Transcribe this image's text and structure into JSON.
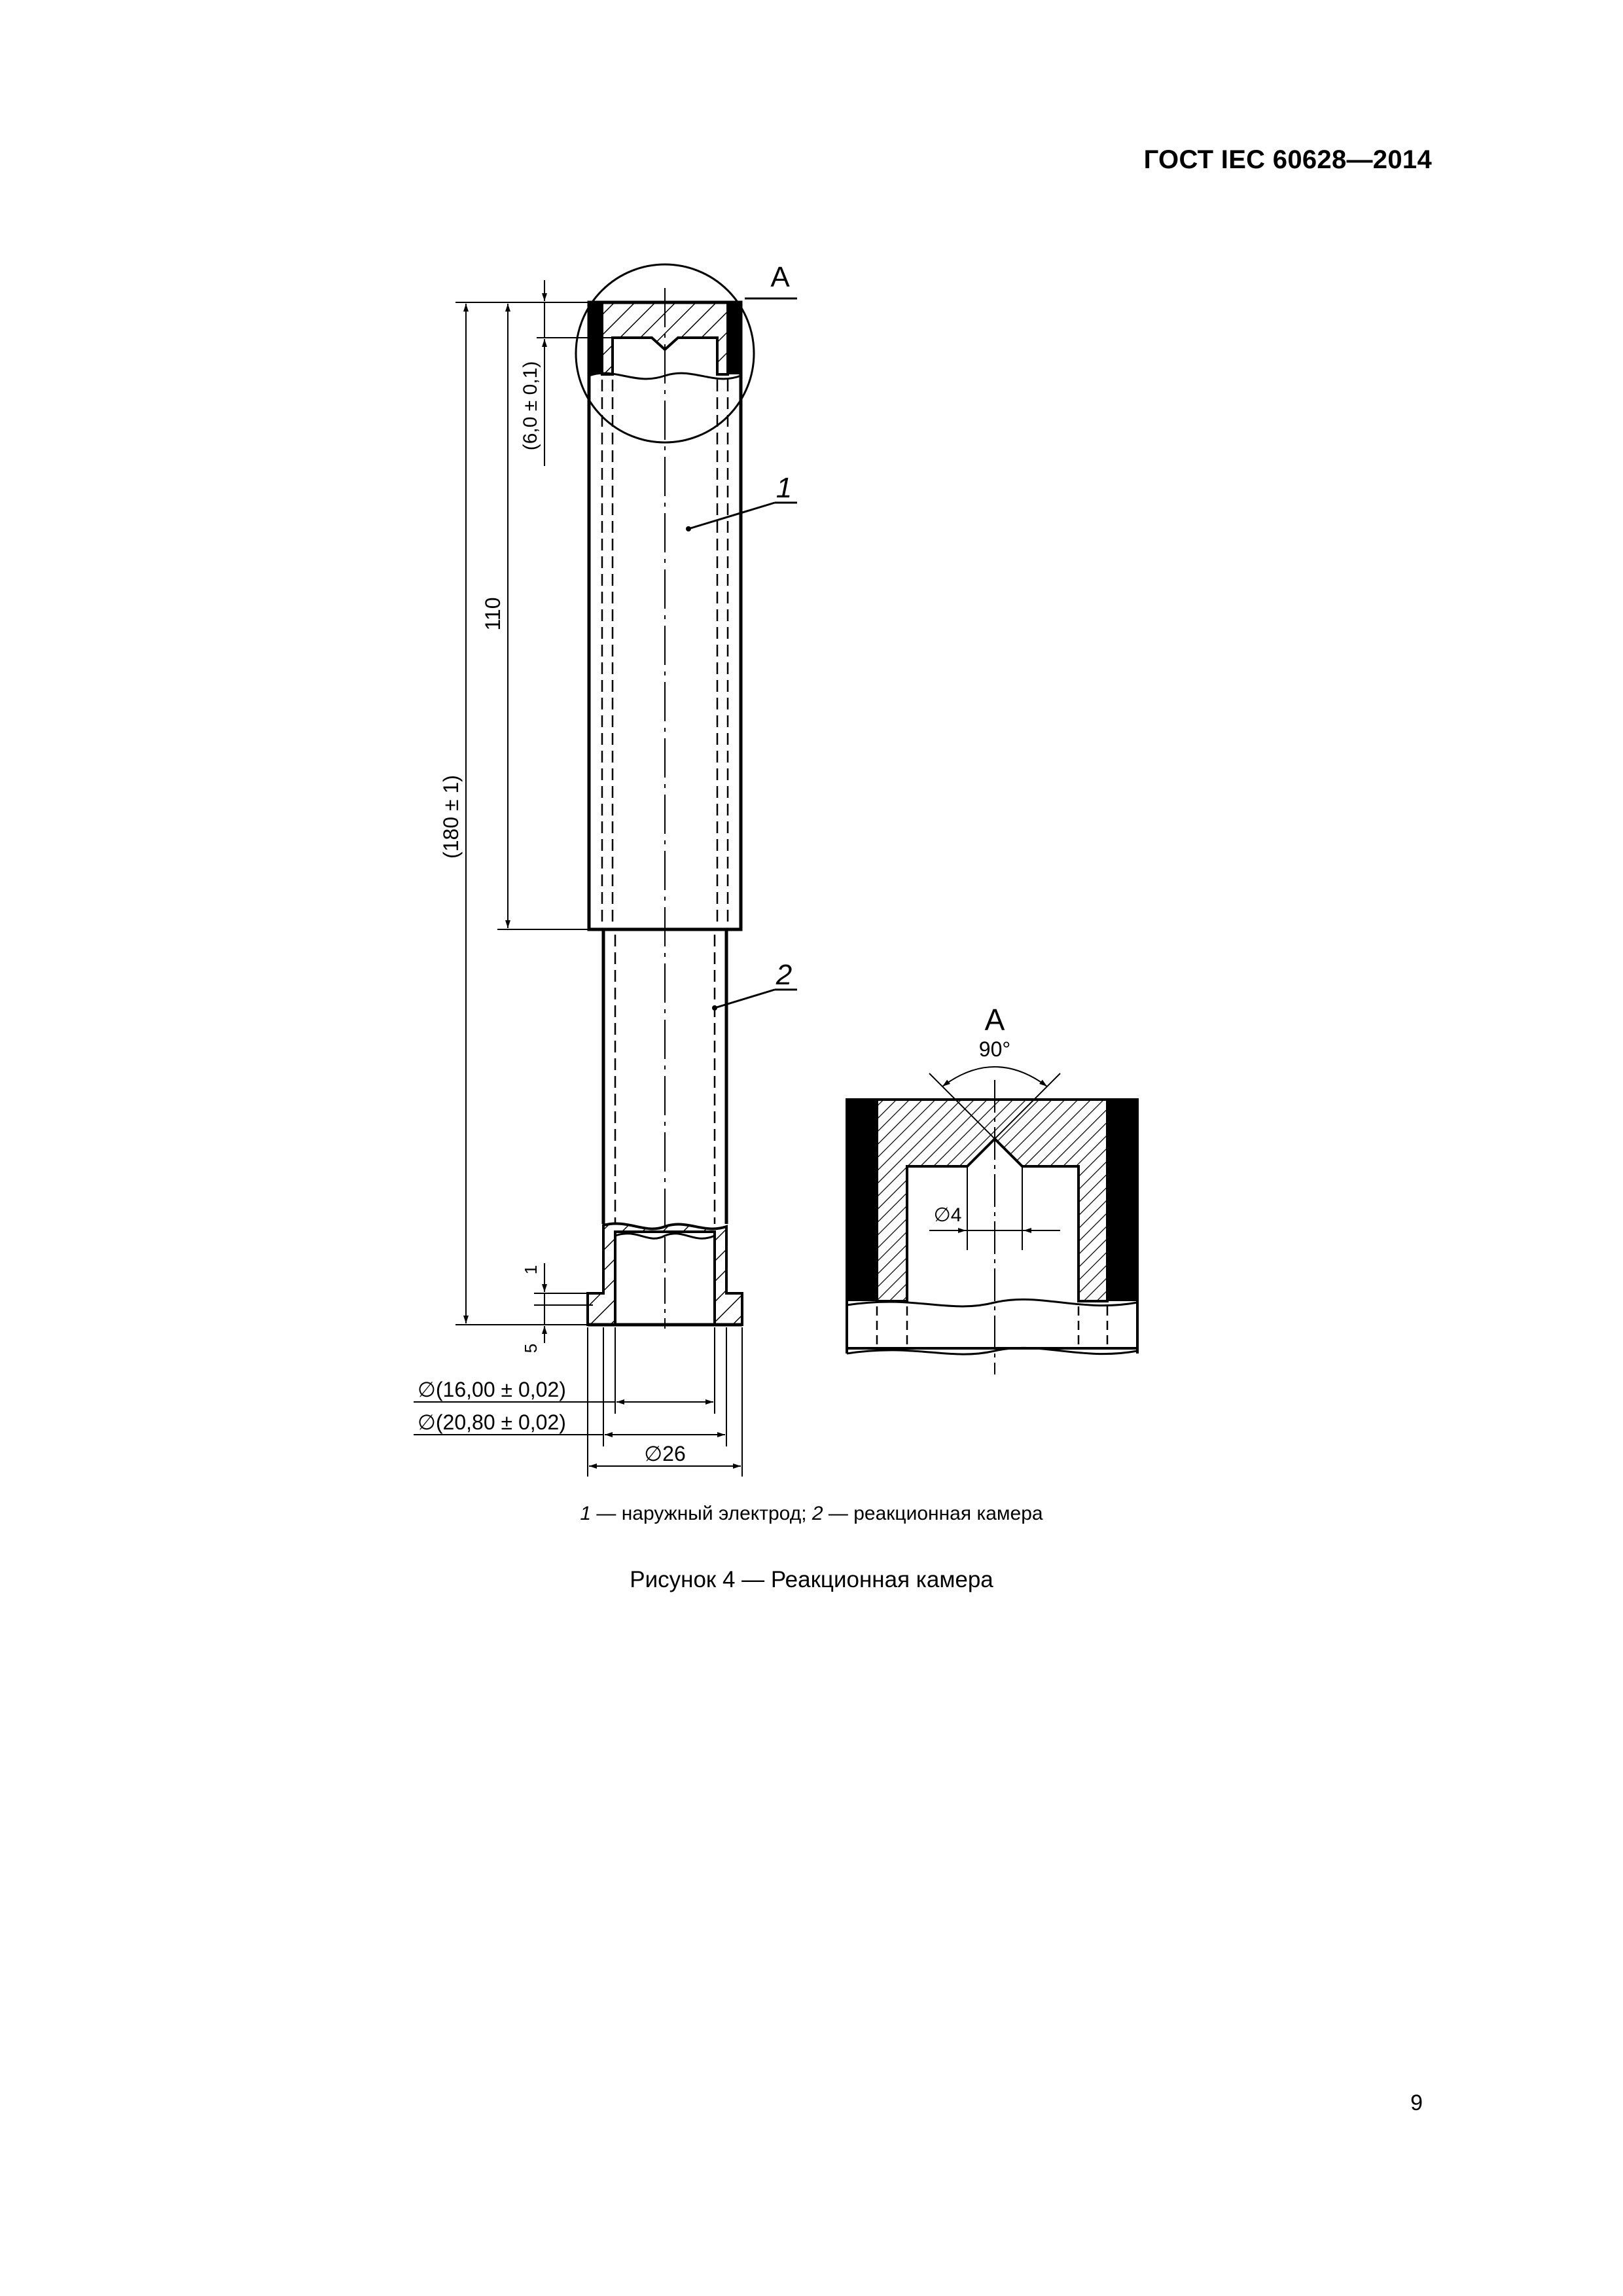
{
  "header": {
    "standard": "ГОСТ IEC 60628—2014"
  },
  "figure": {
    "callouts": {
      "detail_view": "А",
      "item_1": "1",
      "item_2": "2"
    },
    "dimensions": {
      "overall_length": "(180 ± 1)",
      "electrode_length": "110",
      "top_wall": "(6,0 ± 0,1)",
      "flange_step": "1",
      "flange_height": "5",
      "inner_diameter": "∅(16,00 ± 0,02)",
      "outer_diameter": "∅(20,80 ± 0,02)",
      "flange_diameter": "∅26"
    },
    "detail": {
      "title": "А",
      "angle": "90°",
      "hole_diameter": "∅4"
    }
  },
  "legend": {
    "item1_num": "1",
    "item1_text": " — наружный электрод; ",
    "item2_num": "2",
    "item2_text": " — реакционная камера"
  },
  "caption": "Рисунок  4 — Реакционная камера",
  "page_number": "9"
}
